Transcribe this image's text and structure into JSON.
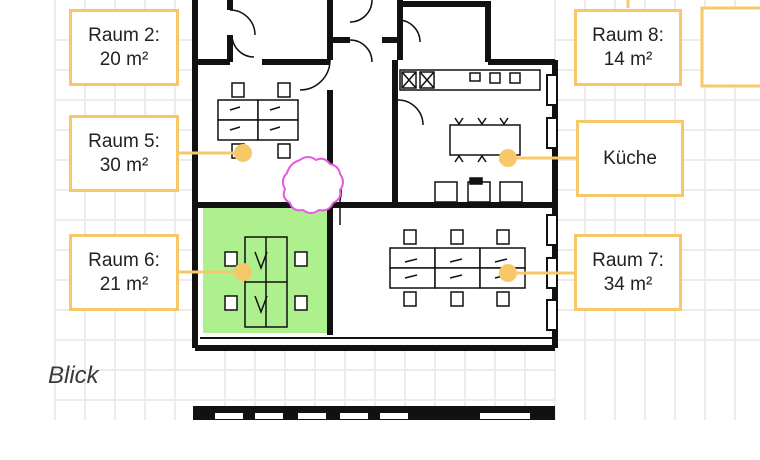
{
  "plan": {
    "caption": "Blick",
    "accent_color": "#f6c86a",
    "highlight_color": "#aef08e",
    "rooms": [
      {
        "id": "raum2",
        "name": "Raum 2:",
        "area": "20 m²"
      },
      {
        "id": "raum5",
        "name": "Raum 5:",
        "area": "30 m²"
      },
      {
        "id": "raum6",
        "name": "Raum 6:",
        "area": "21 m²"
      },
      {
        "id": "raum7",
        "name": "Raum 7:",
        "area": "34 m²"
      },
      {
        "id": "raum8",
        "name": "Raum 8:",
        "area": "14 m²"
      },
      {
        "id": "kueche",
        "name": "Küche",
        "area": ""
      }
    ],
    "selected_room": "raum6"
  }
}
